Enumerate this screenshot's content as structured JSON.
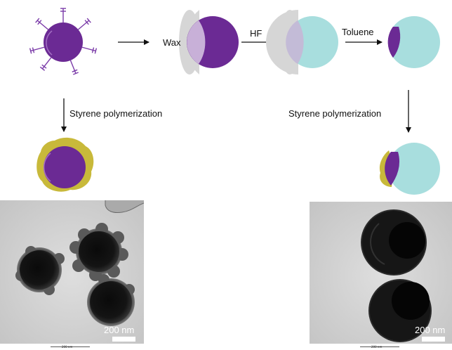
{
  "labels": {
    "wax": "Wax",
    "hf": "HF",
    "toluene": "Toluene",
    "polymerization_left": "Styrene polymerization",
    "polymerization_right": "Styrene polymerization"
  },
  "micrographs": {
    "left_scale": "200 nm",
    "right_scale": "200 nm",
    "left_footer": "200 nm",
    "right_footer": "200 nm"
  },
  "colors": {
    "silica_core": "#6b2a94",
    "wax": "#d6d6d6",
    "etched_silica": "#a8dede",
    "polystyrene": "#c8b93a",
    "arrow": "#111111"
  },
  "icons": {
    "ligand_brush": "ligand-icon",
    "arrows": "arrow-icon"
  }
}
